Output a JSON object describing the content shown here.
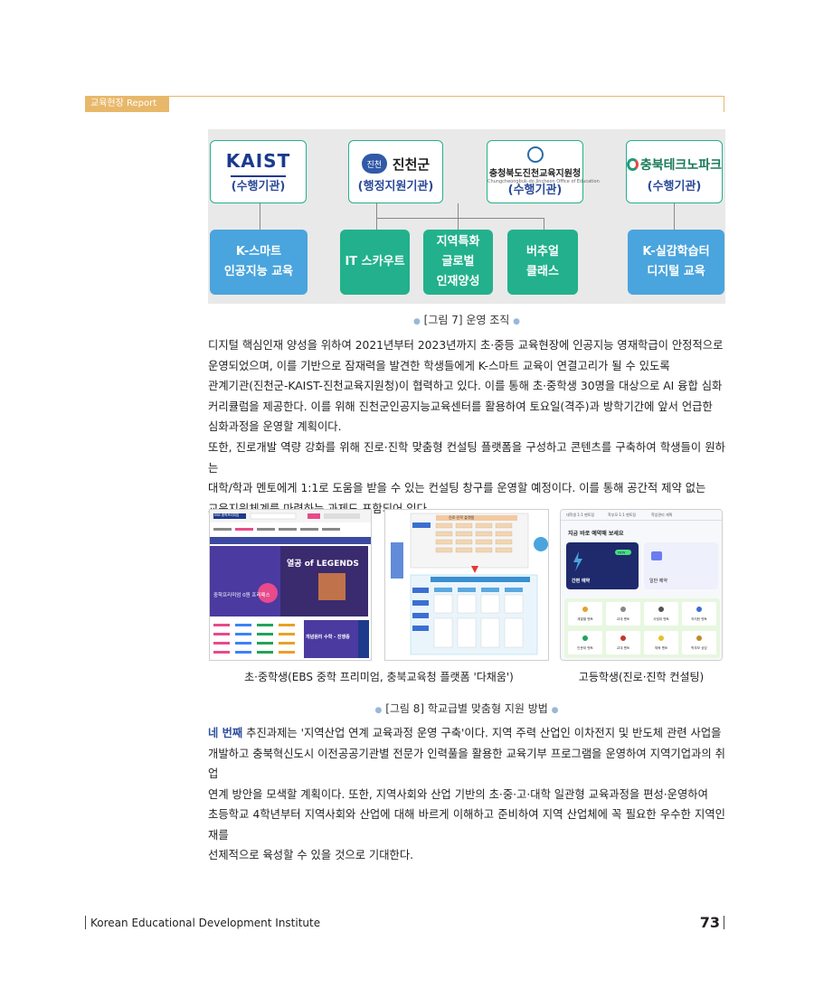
{
  "header": {
    "section_tag": "교육현장 Report"
  },
  "figure7": {
    "orgs": [
      {
        "logo_text": "KAIST",
        "role": "(수행기관)"
      },
      {
        "logo_mark": "진천",
        "logo_text": "진천군",
        "role": "(행정지원기관)"
      },
      {
        "logo_text": "충청북도진천교육지원청",
        "logo_sub": "Chungcheongbuk-do Jincheon Office of Education",
        "role": "(수행기관)"
      },
      {
        "logo_text": "충북테크노파크",
        "role": "(수행기관)"
      }
    ],
    "programs": [
      {
        "line1": "K-스마트",
        "line2": "인공지능 교육"
      },
      {
        "line1": "IT 스카우트"
      },
      {
        "line1": "지역특화",
        "line2": "글로벌",
        "line3": "인재양성"
      },
      {
        "line1": "버추얼",
        "line2": "클래스"
      },
      {
        "line1": "K-실감학습터",
        "line2": "디지털 교육"
      }
    ],
    "caption": "[그림 7] 운영 조직",
    "colors": {
      "green": "#22b18c",
      "blue": "#4aa4dd",
      "role_text": "#2b4a9a"
    }
  },
  "paragraphs": {
    "p1": [
      "디지털 핵심인재 양성을 위하여 2021년부터 2023년까지 초·중등 교육현장에 인공지능 영재학급이 안정적으로",
      "운영되었으며, 이를 기반으로 잠재력을 발견한 학생들에게 K-스마트 교육이 연결고리가 될 수 있도록",
      "관계기관(진천군-KAIST-진천교육지원청)이 협력하고 있다. 이를 통해 초·중학생 30명을 대상으로 AI 융합 심화",
      "커리큘럼을 제공한다. 이를 위해 진천군인공지능교육센터를 활용하여 토요일(격주)과 방학기간에 앞서 언급한",
      "심화과정을 운영할 계획이다."
    ],
    "p2": [
      "또한, 진로개발 역량 강화를 위해 진로·진학 맞춤형 컨설팅 플랫폼을 구성하고 콘텐츠를 구축하여 학생들이 원하는",
      "대학/학과 멘토에게 1:1로 도움을 받을 수 있는 컨설팅 창구를 운영할 예정이다. 이를 통해 공간적 제약 없는",
      "교육지원체계를 마련하는 과제도 포함되어 있다."
    ],
    "p3_highlight": "네 번째",
    "p3": [
      " 추진과제는 '지역산업 연계 교육과정 운영 구축'이다. 지역 주력 산업인 이차전지 및 반도체 관련 사업을",
      "개발하고 충북혁신도시 이전공공기관별 전문가 인력풀을 활용한 교육기부 프로그램을 운영하여 지역기업과의 취업",
      "연계 방안을 모색할 계획이다. 또한, 지역사회와 산업 기반의 초·중·고·대학 일관형 교육과정을 편성·운영하여",
      "초등학교 4학년부터 지역사회와 산업에 대해 바르게 이해하고 준비하여 지역 산업체에 꼭 필요한 우수한 지역인재를",
      "선제적으로 육성할 수 있을 것으로 기대한다."
    ]
  },
  "figure8": {
    "ebs": {
      "logo": "EBS 중학프리미엄",
      "banner_title": "열공 of LEGENDS",
      "banner_left": "중학프리미엄 0원 프리패스",
      "card_title": "개념원리 수학 - 진행중"
    },
    "platform": {
      "title": "진로·진학 플랫폼"
    },
    "consult": {
      "tabs": [
        "대학생 1:1 멘토링",
        "학부모 1:1 멘토링",
        "학업관리 계획"
      ],
      "prompt": "지금 바로 예약해 보세요",
      "quick": "간편 예약",
      "normal": "일반 예약",
      "badge": "NEW",
      "mentors": [
        "계열별 멘토",
        "교대 멘토",
        "사범대 멘토",
        "의치한 멘토",
        "인문대 멘토",
        "교대 멘토",
        "체육 멘토",
        "학부모 상담"
      ]
    },
    "sub_caption_left": "초·중학생(EBS 중학 프리미엄, 충북교육청 플랫폼 '다채움')",
    "sub_caption_right": "고등학생(진로·진학 컨설팅)",
    "caption": "[그림 8] 학교급별 맞춤형 지원 방법"
  },
  "footer": {
    "institute": "Korean Educational Development Institute",
    "page_number": "73"
  }
}
